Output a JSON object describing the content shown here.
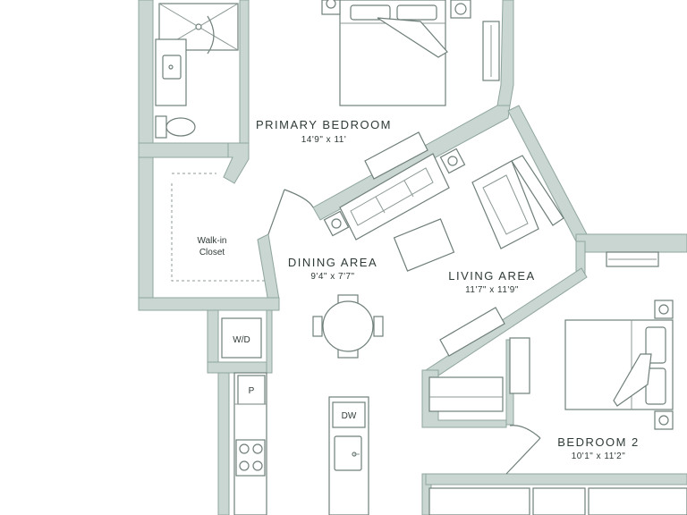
{
  "rooms": {
    "primary_bedroom": {
      "name": "PRIMARY BEDROOM",
      "dims": "14'9\" x 11'"
    },
    "dining_area": {
      "name": "DINING AREA",
      "dims": "9'4\" x 7'7\""
    },
    "living_area": {
      "name": "LIVING AREA",
      "dims": "11'7\" x 11'9\""
    },
    "bedroom_2": {
      "name": "BEDROOM 2",
      "dims": "10'1\" x 11'2\""
    },
    "walk_in_closet": {
      "line1": "Walk-in",
      "line2": "Closet"
    }
  },
  "fixtures": {
    "washer_dryer": "W/D",
    "pantry": "P",
    "dishwasher": "DW"
  },
  "colors": {
    "wall": "#c9d6d2",
    "line": "#6f7f7a",
    "text": "#2f3b38"
  }
}
